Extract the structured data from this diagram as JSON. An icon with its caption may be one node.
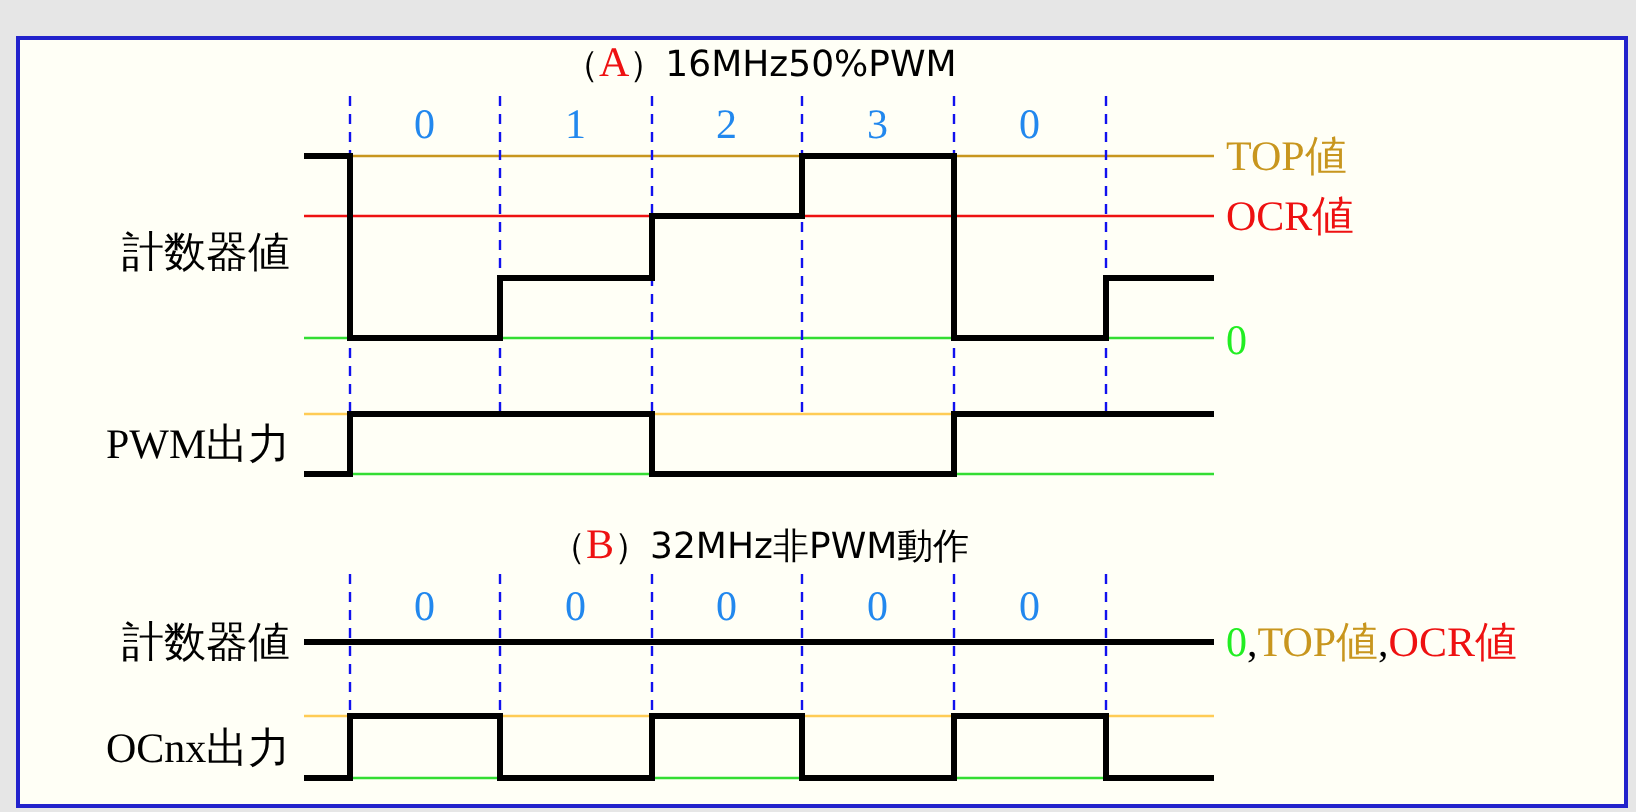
{
  "diagram": {
    "labels": [
      "（A）16MHz50%PWM",
      "0",
      "1",
      "2",
      "3",
      "0",
      "TOP値",
      "計数器値",
      "OCR値",
      "0",
      "PWM出力",
      "（B）32MHz非PWM動作",
      "0",
      "0",
      "0",
      "0",
      "0",
      "計数器値",
      "0,TOP値,OCR値",
      "OCnx出力"
    ]
  }
}
